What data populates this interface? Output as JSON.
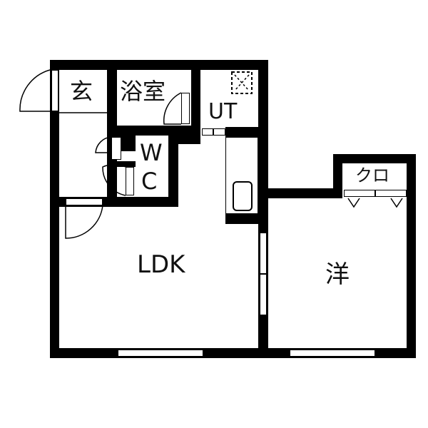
{
  "floor_plan": {
    "rooms": [
      {
        "id": "genkan",
        "label": "玄"
      },
      {
        "id": "bath",
        "label": "浴室"
      },
      {
        "id": "utility",
        "label": "UT"
      },
      {
        "id": "wc",
        "label_line1": "W",
        "label_line2": "C"
      },
      {
        "id": "ldk",
        "label": "LDK"
      },
      {
        "id": "western",
        "label": "洋"
      },
      {
        "id": "closet",
        "label": "クロ"
      }
    ],
    "colors": {
      "wall": "#000000",
      "background": "#ffffff"
    }
  }
}
